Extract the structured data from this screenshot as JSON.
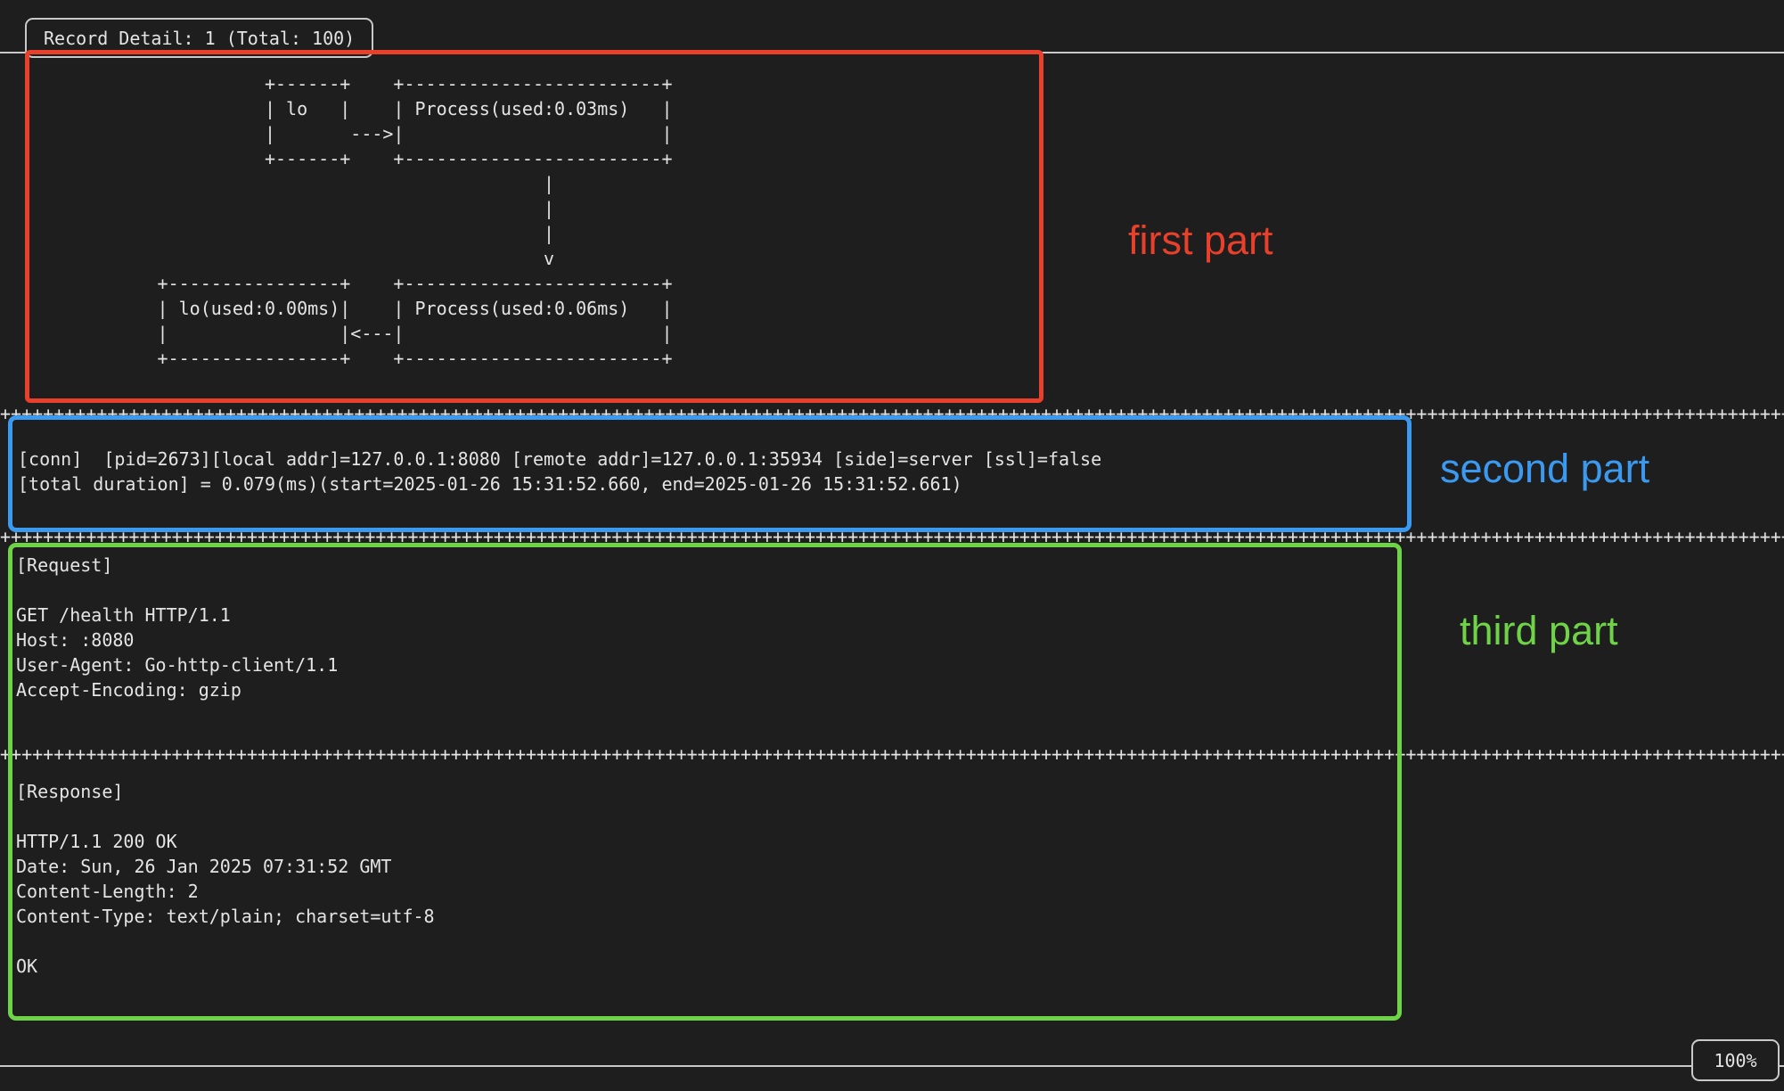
{
  "colors": {
    "bg": "#1e1e1e",
    "text": "#e4e4e4",
    "frame": "#c9c9c9",
    "red": "#e8402b",
    "blue": "#3b9af0",
    "green": "#6fd348"
  },
  "header": {
    "title": "Record Detail: 1 (Total: 100)"
  },
  "diagram": {
    "lines": [
      "                       +------+    +------------------------+",
      "                       | lo   |    | Process(used:0.03ms)   |",
      "                       |       --->|                        |",
      "                       +------+    +------------------------+",
      "                                                 |",
      "                                                 |",
      "                                                 |",
      "                                                 v",
      "             +----------------+    +------------------------+",
      "             | lo(used:0.00ms)|    | Process(used:0.06ms)   |",
      "             |                |<---|                        |",
      "             +----------------+    +------------------------+"
    ]
  },
  "separator": {
    "row": "++++++++++++++++++++++++++++++++++++++++++++++++++++++++++++++++++++++++++++++++++++++++++++++++++++++++++++++++++++++++++++++++++++++++++++++++++++++++++++++++++++++++++++++++"
  },
  "connection": {
    "lines": [
      "[conn]  [pid=2673][local addr]=127.0.0.1:8080 [remote addr]=127.0.0.1:35934 [side]=server [ssl]=false",
      "[total duration] = 0.079(ms)(start=2025-01-26 15:31:52.660, end=2025-01-26 15:31:52.661)"
    ]
  },
  "request": {
    "lines": [
      "[Request]",
      "",
      "GET /health HTTP/1.1",
      "Host: :8080",
      "User-Agent: Go-http-client/1.1",
      "Accept-Encoding: gzip"
    ]
  },
  "response": {
    "lines": [
      "[Response]",
      "",
      "HTTP/1.1 200 OK",
      "Date: Sun, 26 Jan 2025 07:31:52 GMT",
      "Content-Length: 2",
      "Content-Type: text/plain; charset=utf-8",
      "",
      "OK"
    ]
  },
  "statusbar": {
    "progress": "100%"
  },
  "annotations": {
    "first": "first part",
    "second": "second part",
    "third": "third part"
  }
}
